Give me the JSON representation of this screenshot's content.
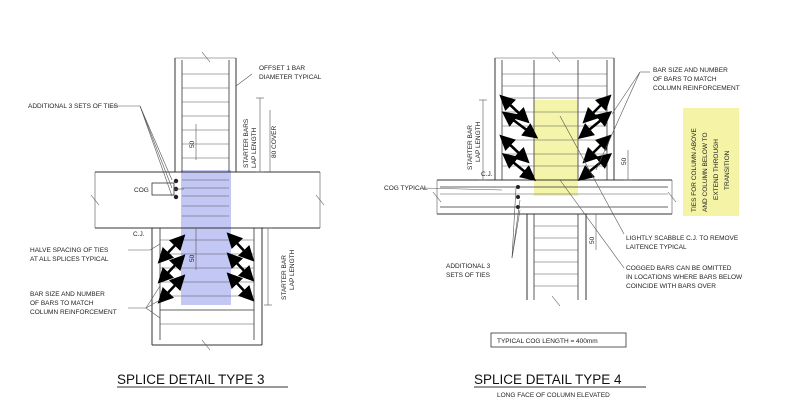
{
  "colors": {
    "blue_highlight": "#b9bdf2",
    "yellow_highlight": "#f4f3a6",
    "line": "#333333"
  },
  "left": {
    "title": "SPLICE DETAIL TYPE 3",
    "labels": {
      "offset": [
        "OFFSET 1 BAR",
        "DIAMETER TYPICAL"
      ],
      "additional_ties": "ADDITIONAL 3 SETS OF TIES",
      "starter_bars_top": "STARTER BARS",
      "lap_length_top": "LAP LENGTH",
      "cover": "80 COVER",
      "dim_50_top": "50",
      "cog": "COG",
      "cj": "C.J.",
      "halve": [
        "HALVE SPACING OF TIES",
        "AT ALL SPLICES TYPICAL"
      ],
      "dim_50_bottom": "50",
      "bar_size": [
        "BAR SIZE AND NUMBER",
        "OF BARS TO MATCH",
        "COLUMN REINFORCEMENT"
      ],
      "starter_bar_bottom": "STARTER BAR",
      "lap_length_bottom": "LAP LENGTH"
    }
  },
  "right": {
    "title": "SPLICE DETAIL TYPE 4",
    "subtitle": "LONG FACE OF COLUMN ELEVATED",
    "labels": {
      "bar_size": [
        "BAR SIZE AND NUMBER",
        "OF BARS TO MATCH",
        "COLUMN REINFORCEMENT"
      ],
      "starter_bar": "STARTER BAR",
      "lap_length": "LAP LENGTH",
      "ties_note": [
        "TIES FOR COLUMN ABOVE",
        "AND COLUMN BELOW TO",
        "EXTEND THROUGH",
        "TRANSITION"
      ],
      "dim_50_top": "50",
      "cj": "C.J.",
      "cog_typical": "COG TYPICAL",
      "dim_50_bottom": "50",
      "scabble": [
        "LIGHTLY SCABBLE C.J. TO REMOVE",
        "LAITENCE TYPICAL"
      ],
      "additional": [
        "ADDITIONAL 3",
        "SETS OF TIES"
      ],
      "cogged": [
        "COGGED BARS CAN BE OMITTED",
        "IN LOCATIONS WHERE BARS BELOW",
        "COINCIDE WITH BARS OVER"
      ],
      "cog_length": "TYPICAL COG LENGTH = 400mm"
    }
  }
}
